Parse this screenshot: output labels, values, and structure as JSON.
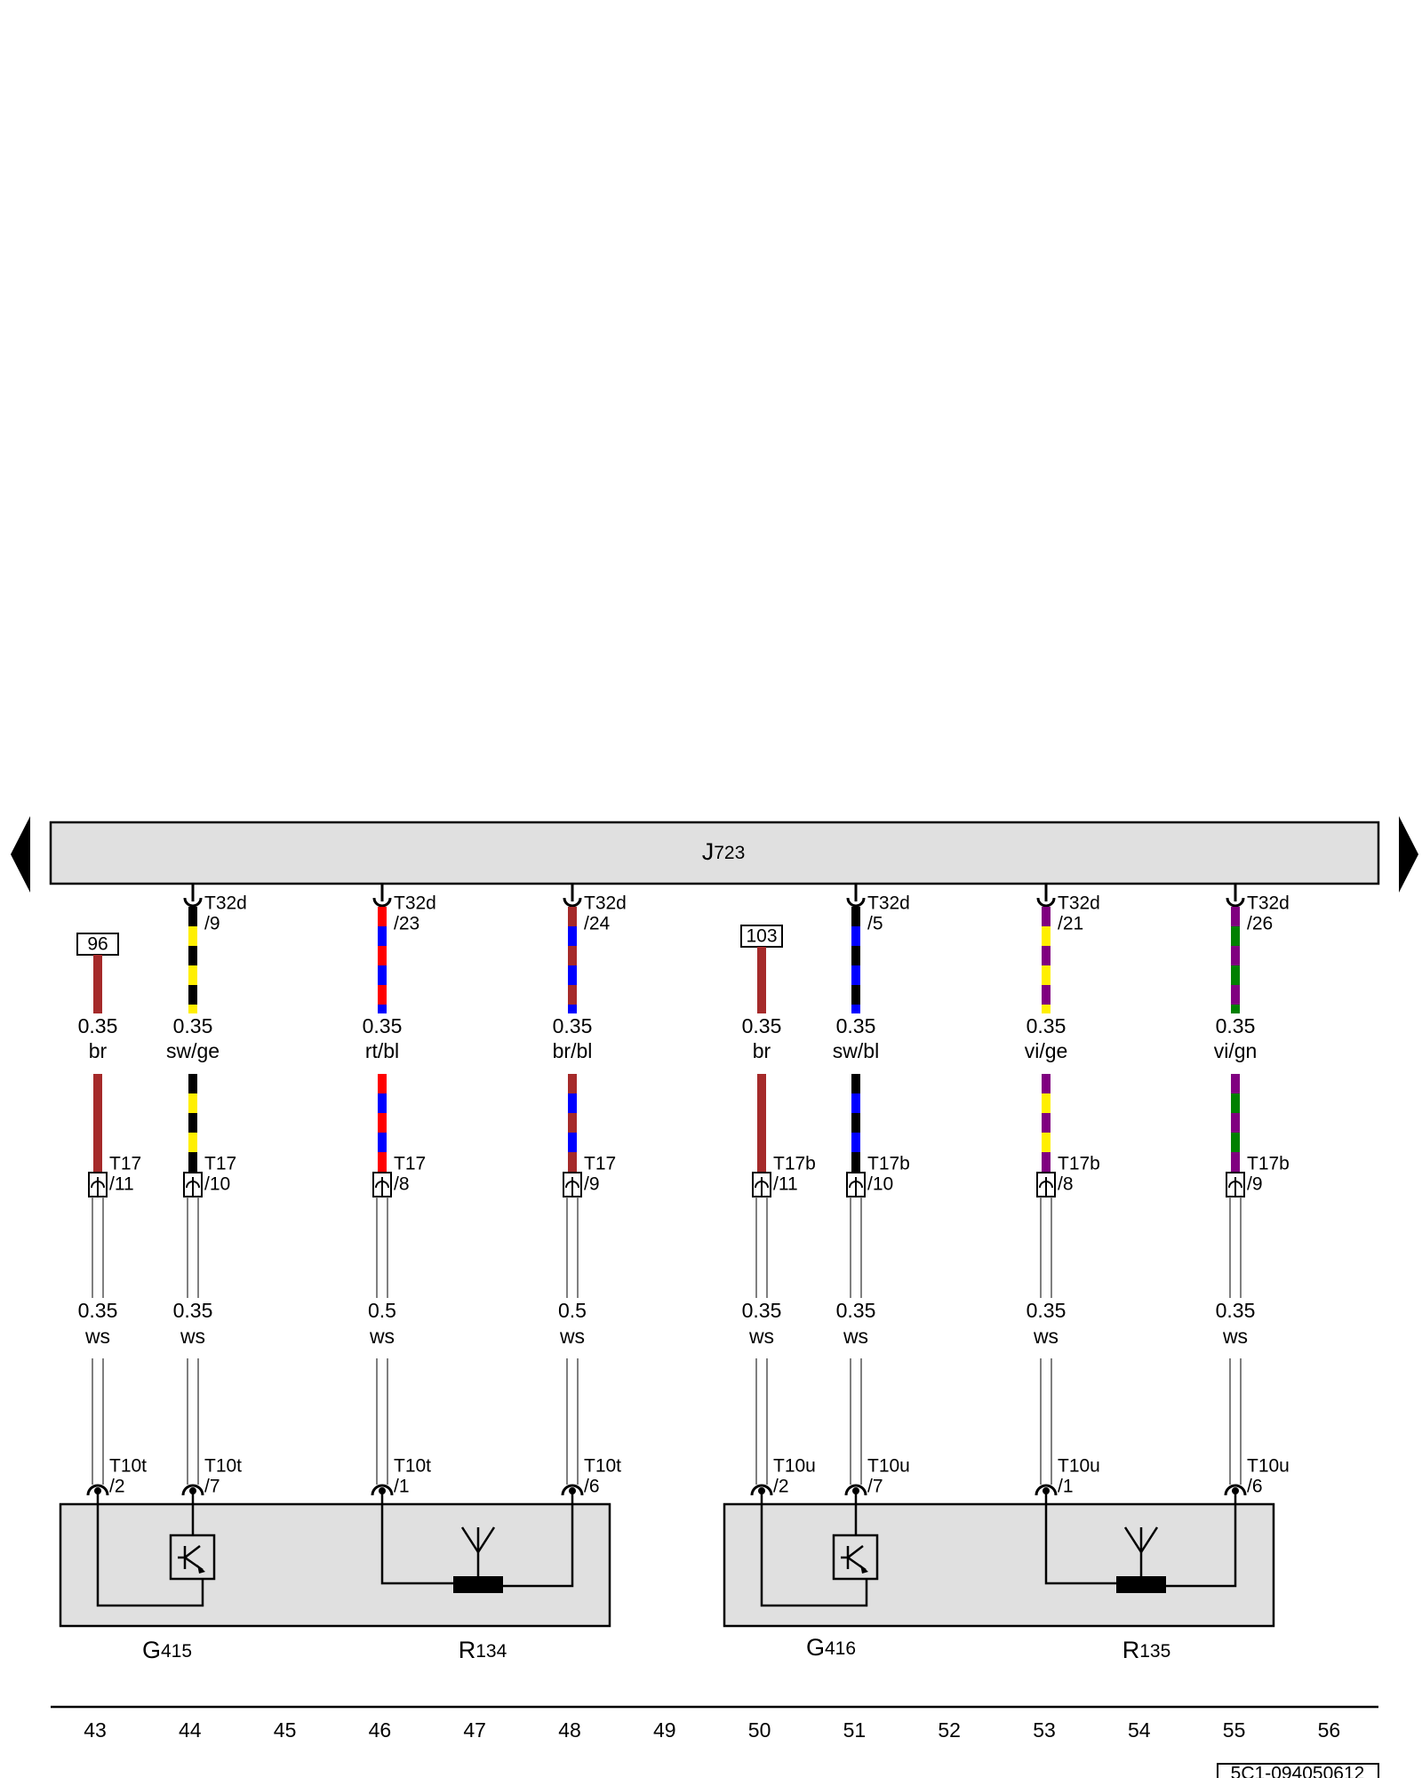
{
  "control_unit": {
    "main": "J",
    "sub": "723"
  },
  "wires": [
    {
      "top": {
        "conn": "T32d",
        "pin": "/9"
      },
      "ref": null,
      "upper": {
        "size": "0.35",
        "color": "sw/ge",
        "stripes": [
          "#000000",
          "#ffef00"
        ]
      },
      "mid": {
        "conn": "T17",
        "pin": "/10"
      },
      "lower": {
        "size": "0.35",
        "color": "ws"
      },
      "bottom": {
        "conn": "T10t",
        "pin": "/7"
      }
    },
    {
      "top": {
        "conn": "T32d",
        "pin": "/23"
      },
      "ref": null,
      "upper": {
        "size": "0.35",
        "color": "rt/bl",
        "stripes": [
          "#ff0000",
          "#0000ff"
        ]
      },
      "mid": {
        "conn": "T17",
        "pin": "/8"
      },
      "lower": {
        "size": "0.5",
        "color": "ws"
      },
      "bottom": {
        "conn": "T10t",
        "pin": "/1"
      }
    },
    {
      "top": {
        "conn": "T32d",
        "pin": "/24"
      },
      "ref": null,
      "upper": {
        "size": "0.35",
        "color": "br/bl",
        "stripes": [
          "#a52a2a",
          "#0000ff"
        ]
      },
      "mid": {
        "conn": "T17",
        "pin": "/9"
      },
      "lower": {
        "size": "0.5",
        "color": "ws"
      },
      "bottom": {
        "conn": "T10t",
        "pin": "/6"
      }
    },
    {
      "top": null,
      "ref": "96",
      "upper": {
        "size": "0.35",
        "color": "br",
        "stripes": [
          "#a52a2a",
          "#a52a2a"
        ]
      },
      "mid": {
        "conn": "T17",
        "pin": "/11"
      },
      "lower": {
        "size": "0.35",
        "color": "ws"
      },
      "bottom": {
        "conn": "T10t",
        "pin": "/2"
      }
    },
    {
      "top": null,
      "ref": "103",
      "upper": {
        "size": "0.35",
        "color": "br",
        "stripes": [
          "#a52a2a",
          "#a52a2a"
        ]
      },
      "mid": {
        "conn": "T17b",
        "pin": "/11"
      },
      "lower": {
        "size": "0.35",
        "color": "ws"
      },
      "bottom": {
        "conn": "T10u",
        "pin": "/2"
      }
    },
    {
      "top": {
        "conn": "T32d",
        "pin": "/5"
      },
      "ref": null,
      "upper": {
        "size": "0.35",
        "color": "sw/bl",
        "stripes": [
          "#000000",
          "#0000ff"
        ]
      },
      "mid": {
        "conn": "T17b",
        "pin": "/10"
      },
      "lower": {
        "size": "0.35",
        "color": "ws"
      },
      "bottom": {
        "conn": "T10u",
        "pin": "/7"
      }
    },
    {
      "top": {
        "conn": "T32d",
        "pin": "/21"
      },
      "ref": null,
      "upper": {
        "size": "0.35",
        "color": "vi/ge",
        "stripes": [
          "#800080",
          "#ffef00"
        ]
      },
      "mid": {
        "conn": "T17b",
        "pin": "/8"
      },
      "lower": {
        "size": "0.35",
        "color": "ws"
      },
      "bottom": {
        "conn": "T10u",
        "pin": "/1"
      }
    },
    {
      "top": {
        "conn": "T32d",
        "pin": "/26"
      },
      "ref": null,
      "upper": {
        "size": "0.35",
        "color": "vi/gn",
        "stripes": [
          "#800080",
          "#008000"
        ]
      },
      "mid": {
        "conn": "T17b",
        "pin": "/9"
      },
      "lower": {
        "size": "0.35",
        "color": "ws"
      },
      "bottom": {
        "conn": "T10u",
        "pin": "/6"
      }
    }
  ],
  "components": {
    "g415": {
      "main": "G",
      "sub": "415"
    },
    "r134": {
      "main": "R",
      "sub": "134"
    },
    "g416": {
      "main": "G",
      "sub": "416"
    },
    "r135": {
      "main": "R",
      "sub": "135"
    }
  },
  "columns": [
    "43",
    "44",
    "45",
    "46",
    "47",
    "48",
    "49",
    "50",
    "51",
    "52",
    "53",
    "54",
    "55",
    "56"
  ],
  "doc_id": "5C1-094050612",
  "colors": {
    "box_fill": "#e0e0e0",
    "ws_wire": "#ffffff",
    "line": "#000000"
  }
}
